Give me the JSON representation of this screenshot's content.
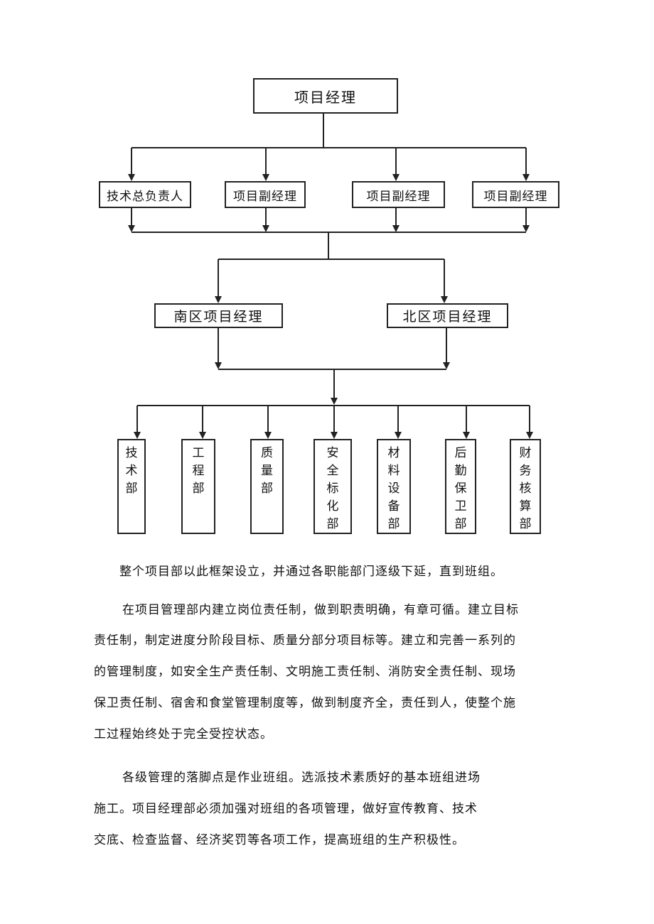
{
  "org_chart": {
    "top": "项目经理",
    "level2": [
      "技术总负责人",
      "项目副经理",
      "项目副经理",
      "项目副经理"
    ],
    "level3": [
      "南区项目经理",
      "北区项目经理"
    ],
    "departments": [
      "技术部",
      "工程部",
      "质量部",
      "安全标化部",
      "材料设备部",
      "后勤保卫部",
      "财务核算部"
    ]
  },
  "text": {
    "p1": "整个项目部以此框架设立，并通过各职能部门逐级下延，直到班组。",
    "p2_lines": [
      "在项目管理部内建立岗位责任制，做到职责明确，有章可循。建立目标",
      "责任制，制定进度分阶段目标、质量分部分项目标等。建立和完善一系列的",
      "的管理制度，如安全生产责任制、文明施工责任制、消防安全责任制、现场",
      "保卫责任制、宿舍和食堂管理制度等，做到制度齐全，责任到人，使整个施",
      "工过程始终处于完全受控状态。"
    ],
    "p3_lines": [
      "各级管理的落脚点是作业班组。选派技术素质好的基本班组进场",
      "施工。项目经理部必须加强对班组的各项管理，做好宣传教育、技术",
      "交底、检查监督、经济奖罚等各项工作，提高班组的生产积极性。"
    ]
  }
}
